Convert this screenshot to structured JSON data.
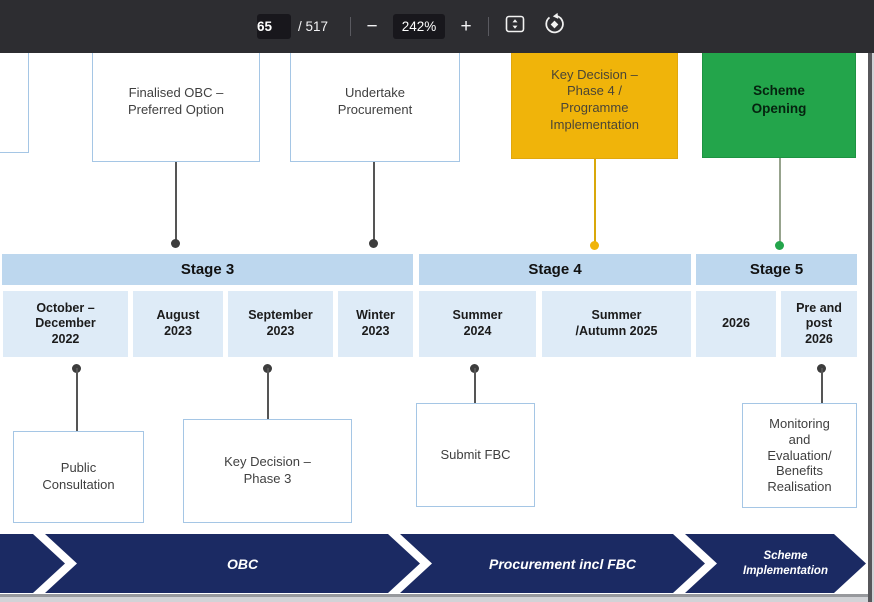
{
  "viewer": {
    "toolbar": {
      "page_input_value": "65",
      "page_total": "/ 517",
      "zoom_out": "−",
      "zoom_level": "242%",
      "zoom_in": "+",
      "fit_icon": "fit-page-icon",
      "rotate_icon": "rotate-icon"
    }
  },
  "colors": {
    "toolbar_bg": "#2d2d31",
    "toolbar_field_bg": "#18171c",
    "viewer_bg": "#d2d3d7",
    "page_bg": "#ffffff",
    "stage_header_blue": "#bdd7ee",
    "date_cell_blue": "#deebf7",
    "box_border_blue": "#a5c6e5",
    "milestone_yellow": "#f0b40a",
    "milestone_green": "#23a54b",
    "arrow_navy": "#1b2a63"
  },
  "timeline": {
    "top_boxes": {
      "finalised_obc": "Finalised OBC –\nPreferred Option",
      "undertake_procurement": "Undertake\nProcurement",
      "key_decision_phase4": "Key Decision –\nPhase 4 /\nProgramme\nImplementation",
      "scheme_opening": "Scheme\nOpening"
    },
    "stages": [
      "Stage 3",
      "Stage 4",
      "Stage 5"
    ],
    "date_cells": [
      "October –\nDecember\n2022",
      "August\n2023",
      "September\n2023",
      "Winter\n2023",
      "Summer\n2024",
      "Summer\n/Autumn 2025",
      "2026",
      "Pre and\npost\n2026"
    ],
    "bottom_boxes": {
      "public_consultation": "Public\nConsultation",
      "key_decision_phase3": "Key Decision –\nPhase 3",
      "submit_fbc": "Submit FBC",
      "monitoring": "Monitoring\nand\nEvaluation/\nBenefits\nRealisation"
    },
    "arrows": [
      "OBC",
      "Procurement incl FBC",
      "Scheme\nImplementation"
    ]
  }
}
